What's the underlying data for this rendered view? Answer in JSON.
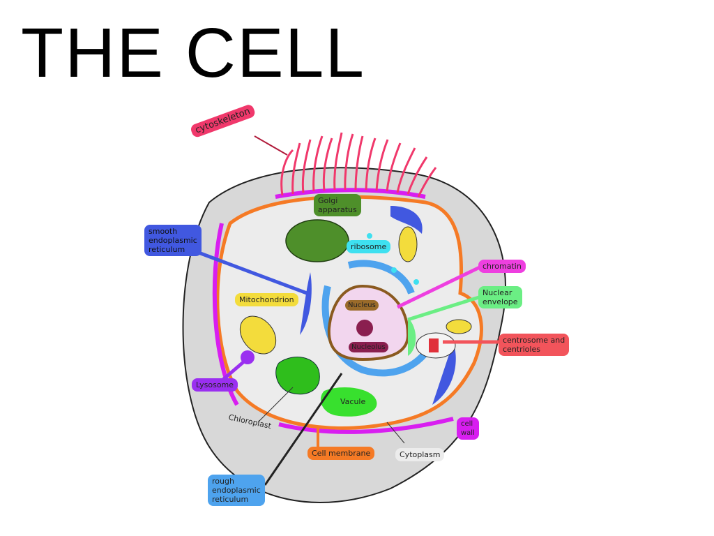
{
  "title": "THE CELL",
  "labels": {
    "cytoskeleton": "cytoskeleton",
    "smooth_er": "smooth\nendoplasmic\nreticulum",
    "golgi": "Golgi\napparatus",
    "ribosome": "ribosome",
    "chromatin": "chromatin",
    "nuclear_envelope": "Nuclear\nenvelope",
    "mitochondrion": "Mitochondrion",
    "nucleus": "Nucleus",
    "nucleolus": "Nucleolus",
    "centrosome": "centrosome and\ncentrioles",
    "lysosome": "Lysosome",
    "chloroplast": "Chloroplast",
    "vacuole": "Vacule",
    "cell_wall": "cell\nwall",
    "cell_membrane": "Cell membrane",
    "cytoplasm": "Cytoplasm",
    "rough_er": "rough\nendoplasmic\nreticulum"
  },
  "colors": {
    "cytoskeleton": "#f0386b",
    "smooth_er": "#4158e0",
    "golgi": "#4e8f2a",
    "ribosome": "#3ee0f0",
    "chromatin": "#ee3fe0",
    "nuclear_envelope": "#6bee84",
    "mitochondrion": "#f3dc3c",
    "nucleus": "#9a6b2a",
    "nucleolus": "#8a1f4f",
    "centrosome": "#f2545b",
    "lysosome": "#9a2ff0",
    "vacuole": "#38e02e",
    "cell_wall": "#d81ef0",
    "cell_membrane": "#f57a25",
    "cytoplasm": "#ececec",
    "rough_er": "#4ea3ee",
    "cell_body": "#d9d9d9"
  }
}
